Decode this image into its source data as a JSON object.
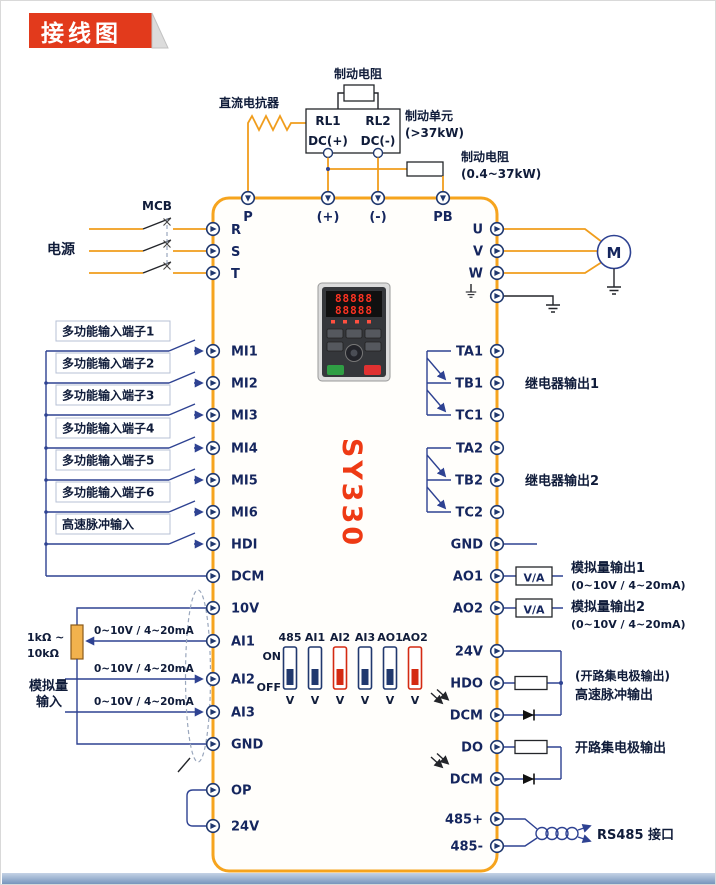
{
  "page": {
    "title_badge": "接线图",
    "model": "SY330"
  },
  "top_section": {
    "brake_resistor_label": "制动电阻",
    "dc_reactor_label": "直流电抗器",
    "brake_unit_label": "制动单元",
    "brake_unit_rating": "(>37kW)",
    "rl1": "RL1",
    "rl2": "RL2",
    "dc_plus": "DC(+)",
    "dc_minus": "DC(-)",
    "brake_resistor2_label": "制动电阻",
    "brake_resistor2_rating": "(0.4~37kW)",
    "term_p": "P",
    "term_plus": "(+)",
    "term_minus": "(-)",
    "term_pb": "PB"
  },
  "power_input": {
    "mcb": "MCB",
    "source": "电源",
    "r": "R",
    "s": "S",
    "t": "T"
  },
  "motor_output": {
    "u": "U",
    "v": "V",
    "w": "W",
    "motor": "M"
  },
  "digital_inputs": {
    "items": [
      {
        "label": "多功能输入端子1",
        "terminal": "MI1"
      },
      {
        "label": "多功能输入端子2",
        "terminal": "MI2"
      },
      {
        "label": "多功能输入端子3",
        "terminal": "MI3"
      },
      {
        "label": "多功能输入端子4",
        "terminal": "MI4"
      },
      {
        "label": "多功能输入端子5",
        "terminal": "MI5"
      },
      {
        "label": "多功能输入端子6",
        "terminal": "MI6"
      },
      {
        "label": "高速脉冲输入",
        "terminal": "HDI"
      }
    ],
    "common": "DCM"
  },
  "analog_inputs": {
    "pot_value_line1": "1kΩ ~",
    "pot_value_line2": "10kΩ",
    "range_ai1": "0~10V / 4~20mA",
    "range_ai2": "0~10V / 4~20mA",
    "range_ai3": "0~10V / 4~20mA",
    "group_label_line1": "模拟量",
    "group_label_line2": "输入",
    "term_10v": "10V",
    "term_ai1": "AI1",
    "term_ai2": "AI2",
    "term_ai3": "AI3",
    "term_gnd": "GND",
    "term_op": "OP",
    "term_24v": "24V"
  },
  "dip_switches": {
    "columns": [
      "485",
      "AI1",
      "AI2",
      "AI3",
      "AO1",
      "AO2"
    ],
    "on_label": "ON",
    "off_label": "OFF",
    "bottom_labels": [
      "V",
      "V",
      "V",
      "V",
      "V",
      "V"
    ],
    "highlight": [
      false,
      false,
      true,
      false,
      false,
      true
    ]
  },
  "relay_outputs": {
    "relay1": {
      "terminals": [
        "TA1",
        "TB1",
        "TC1"
      ],
      "label": "继电器输出1"
    },
    "relay2": {
      "terminals": [
        "TA2",
        "TB2",
        "TC2"
      ],
      "label": "继电器输出2"
    }
  },
  "analog_outputs": {
    "term_gnd": "GND",
    "ao1": {
      "terminal": "AO1",
      "switch": "V/A",
      "label": "模拟量输出1",
      "range": "(0~10V / 4~20mA)"
    },
    "ao2": {
      "terminal": "AO2",
      "switch": "V/A",
      "label": "模拟量输出2",
      "range": "(0~10V / 4~20mA)"
    }
  },
  "digital_outputs": {
    "term_24v": "24V",
    "hdo": {
      "terminal": "HDO",
      "common": "DCM",
      "label_line1": "(开路集电极输出)",
      "label_line2": "高速脉冲输出"
    },
    "do": {
      "terminal": "DO",
      "common": "DCM",
      "label": "开路集电极输出"
    }
  },
  "comm": {
    "plus": "485+",
    "minus": "485-",
    "label": "RS485 接口"
  },
  "keypad": {
    "display_row1": "88888",
    "display_row2": "88888"
  }
}
